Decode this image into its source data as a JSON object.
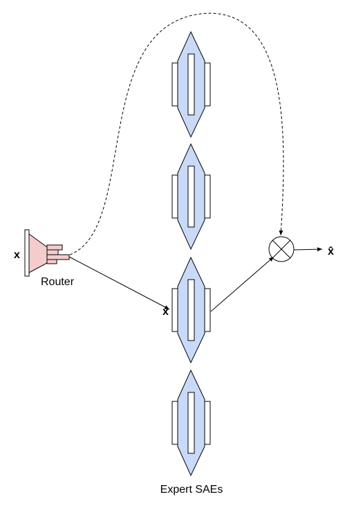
{
  "labels": {
    "router_input": "x",
    "router": "Router",
    "expert_input": "x",
    "output": "x̂",
    "experts": "Expert SAEs"
  },
  "colors": {
    "router_fill": "#f4cccc",
    "expert_fill": "#c9daf8",
    "stroke": "#000000",
    "background": "#ffffff"
  },
  "diagram": {
    "expert_count": 4,
    "combine_node": "multiply-circle",
    "routing_connector": "dashed",
    "data_connector": "solid-arrow"
  }
}
